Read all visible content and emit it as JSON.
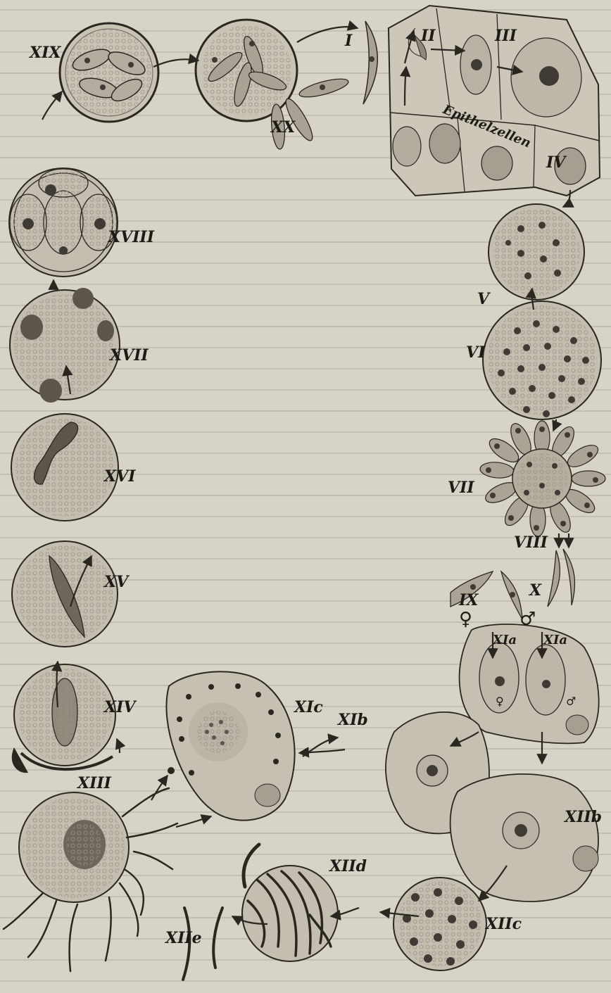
{
  "labels": {
    "I": "I",
    "II": "II",
    "III": "III",
    "IV": "IV",
    "V": "V",
    "VI": "VI",
    "VII": "VII",
    "VIII": "VIII",
    "IX": "IX",
    "X": "X",
    "XIa": "XIa",
    "XIa2": "XIa",
    "XIb": "XIb",
    "XIc": "XIc",
    "XIIb": "XIIb",
    "XIIc": "XIIc",
    "XIId": "XIId",
    "XIIe": "XIIe",
    "XIII": "XIII",
    "XIV": "XIV",
    "XV": "XV",
    "XVI": "XVI",
    "XVII": "XVII",
    "XVIII": "XVIII",
    "XIX": "XIX",
    "XX": "XX",
    "epithel": "Epithelzellen",
    "female": "♀",
    "male": "♂",
    "female_small": "♀",
    "male_small": "♂"
  },
  "colors": {
    "paper": "#d8d3c7",
    "ink": "#2a2620",
    "cell": "#c9c3b6",
    "nucleus": "#3f3a33"
  }
}
